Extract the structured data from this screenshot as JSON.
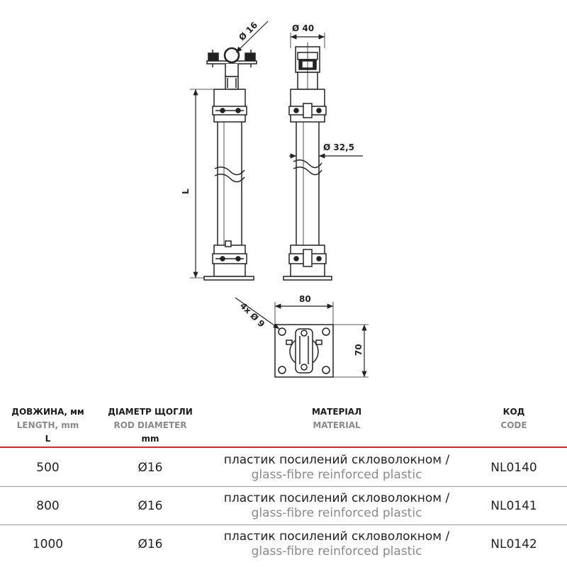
{
  "drawing": {
    "dim_top_clamp": "Ø 16",
    "dim_head": "Ø 40",
    "dim_tube": "Ø 32,5",
    "dim_length": "L",
    "dim_base_width": "80",
    "dim_base_height": "70",
    "dim_holes": "4x Ø 9"
  },
  "table": {
    "headers": [
      {
        "uk": "ДОВЖИНА, мм",
        "en": "LENGTH, mm",
        "unit": "L"
      },
      {
        "uk": "ДІАМЕТР ЩОГЛИ",
        "en": "ROD DIAMETER",
        "unit": "mm"
      },
      {
        "uk": "МАТЕРІАЛ",
        "en": "MATERIAL",
        "unit": ""
      },
      {
        "uk": "КОД",
        "en": "CODE",
        "unit": ""
      }
    ],
    "rows": [
      {
        "length": "500",
        "diameter": "Ø16",
        "material_uk": "пластик посилений скловолокном /",
        "material_en": "glass-fibre reinforced plastic",
        "code": "NL0140"
      },
      {
        "length": "800",
        "diameter": "Ø16",
        "material_uk": "пластик посилений скловолокном /",
        "material_en": "glass-fibre reinforced plastic",
        "code": "NL0141"
      },
      {
        "length": "1000",
        "diameter": "Ø16",
        "material_uk": "пластик посилений скловолокном /",
        "material_en": "glass-fibre reinforced plastic",
        "code": "NL0142"
      }
    ],
    "accent_color": "#e3232b"
  }
}
